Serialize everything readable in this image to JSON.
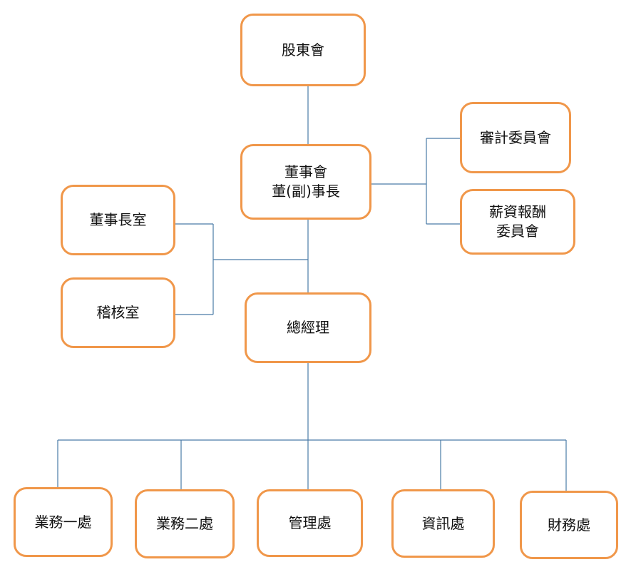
{
  "org_chart": {
    "nodes": {
      "shareholders_meeting": "股東會",
      "board": "董事會\n董(副)事長",
      "audit_committee": "審計委員會",
      "remuneration_committee": "薪資報酬\n委員會",
      "chairman_office": "董事長室",
      "audit_office": "稽核室",
      "general_manager": "總經理",
      "business_dept_1": "業務一處",
      "business_dept_2": "業務二處",
      "management_dept": "管理處",
      "it_dept": "資訊處",
      "finance_dept": "財務處"
    }
  },
  "colors": {
    "node_border": "#f0974a",
    "connector": "#4a7ba7"
  }
}
